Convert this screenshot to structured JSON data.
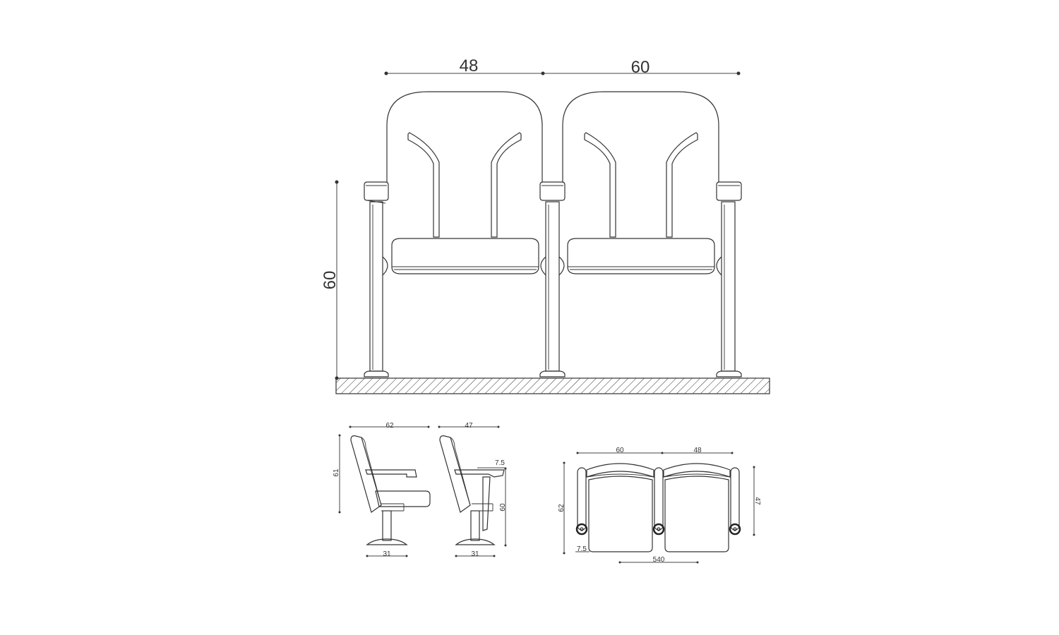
{
  "front_view": {
    "dim_top_left": "48",
    "dim_top_right": "60",
    "dim_height": "60"
  },
  "side_view_a": {
    "dim_depth": "62",
    "dim_height": "61",
    "dim_base": "31"
  },
  "side_view_b": {
    "dim_depth": "47",
    "dim_offset": "7.5",
    "dim_height": "60",
    "dim_base": "31"
  },
  "plan_view": {
    "dim_top_left": "60",
    "dim_top_right": "48",
    "dim_left": "62",
    "dim_right": "47",
    "dim_offset": "7.5",
    "dim_bottom": "540"
  }
}
